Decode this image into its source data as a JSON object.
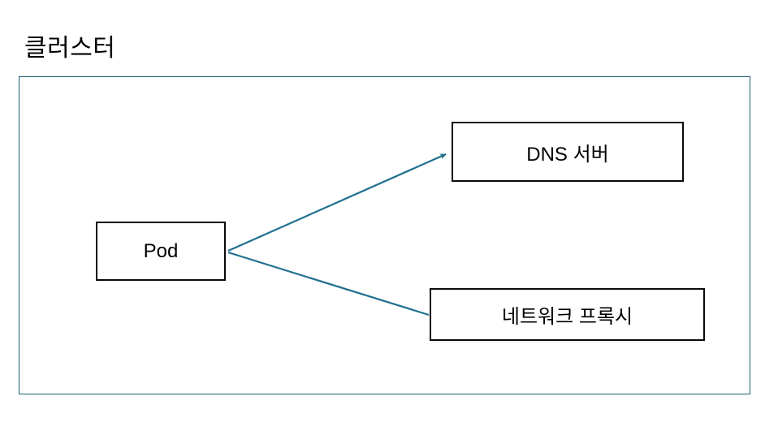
{
  "diagram": {
    "title": "클러스터",
    "nodes": {
      "pod": {
        "label": "Pod"
      },
      "dns_server": {
        "label": "DNS 서버"
      },
      "network_proxy": {
        "label": "네트워크 프록시"
      }
    },
    "edges": [
      {
        "from": "Pod",
        "to": "DNS 서버",
        "arrowhead": "end"
      },
      {
        "from": "Pod",
        "to": "네트워크 프록시",
        "arrowhead": "none"
      }
    ],
    "colors": {
      "background": "#FFFFFF",
      "text": "#000000",
      "node_border": "#0A0A0A",
      "cluster_border": "#1F5D77",
      "connector": "#20708F"
    }
  }
}
